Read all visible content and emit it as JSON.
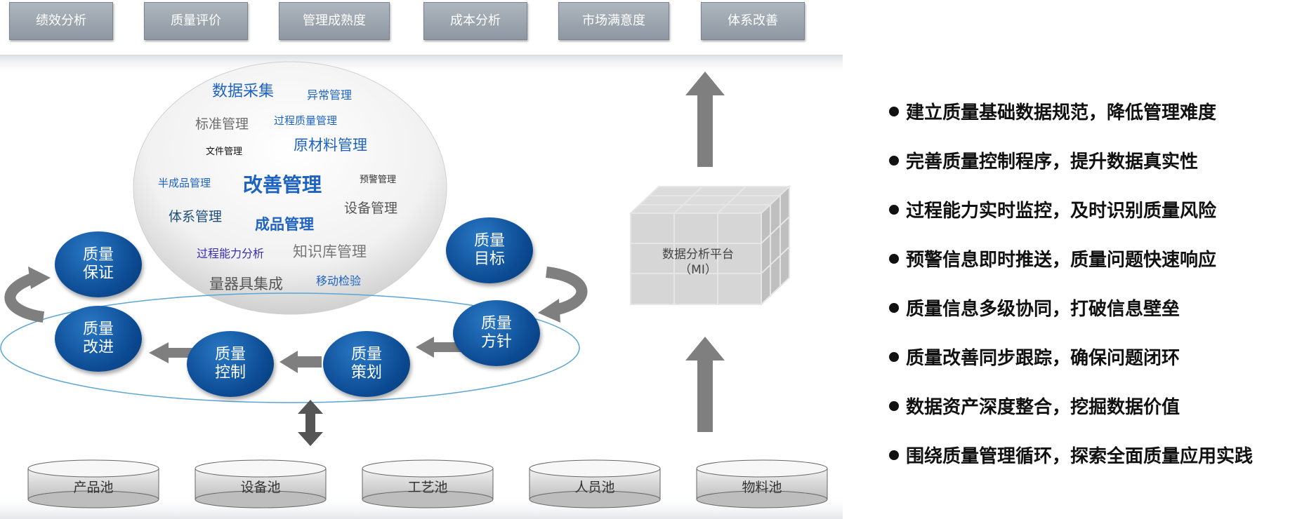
{
  "tabs": [
    "绩效分析",
    "质量评价",
    "管理成熟度",
    "成本分析",
    "市场满意度",
    "体系改善"
  ],
  "cloud_words": [
    {
      "text": "数据采集",
      "color": "#1e63c2"
    },
    {
      "text": "异常管理",
      "color": "#1e63c2"
    },
    {
      "text": "标准管理",
      "color": "#6d6d6d"
    },
    {
      "text": "过程质量管理",
      "color": "#1e63c2"
    },
    {
      "text": "文件管理",
      "color": "#111111"
    },
    {
      "text": "原材料管理",
      "color": "#1e63c2"
    },
    {
      "text": "半成品管理",
      "color": "#1e63c2"
    },
    {
      "text": "改善管理",
      "color": "#1e63c2"
    },
    {
      "text": "预警管理",
      "color": "#333333"
    },
    {
      "text": "体系管理",
      "color": "#1f4f78"
    },
    {
      "text": "设备管理",
      "color": "#555555"
    },
    {
      "text": "成品管理",
      "color": "#1e63c2"
    },
    {
      "text": "过程能力分析",
      "color": "#3a2bb0"
    },
    {
      "text": "知识库管理",
      "color": "#777777"
    },
    {
      "text": "量器具集成",
      "color": "#555555"
    },
    {
      "text": "移动检验",
      "color": "#1e63c2"
    }
  ],
  "cycle_nodes": [
    {
      "line1": "质量",
      "line2": "保证"
    },
    {
      "line1": "质量",
      "line2": "目标"
    },
    {
      "line1": "质量",
      "line2": "改进"
    },
    {
      "line1": "质量",
      "line2": "方针"
    },
    {
      "line1": "质量",
      "line2": "控制"
    },
    {
      "line1": "质量",
      "line2": "策划"
    }
  ],
  "platform": {
    "line1": "数据分析平台",
    "line2": "（MI）"
  },
  "pools": [
    "产品池",
    "设备池",
    "工艺池",
    "人员池",
    "物料池"
  ],
  "benefits": [
    "建立质量基础数据规范，降低管理难度",
    "完善质量控制程序，提升数据真实性",
    "过程能力实时监控，及时识别质量风险",
    "预警信息即时推送，质量问题快速响应",
    "质量信息多级协同，打破信息壁垒",
    "质量改善同步跟踪，确保问题闭环",
    "数据资产深度整合，挖掘数据价值",
    "围绕质量管理循环，探索全面质量应用实践"
  ],
  "colors": {
    "accent_blue": "#0b4a92",
    "tab_gray": "#9aa3ac",
    "arrow_gray": "#7f7f7f"
  }
}
